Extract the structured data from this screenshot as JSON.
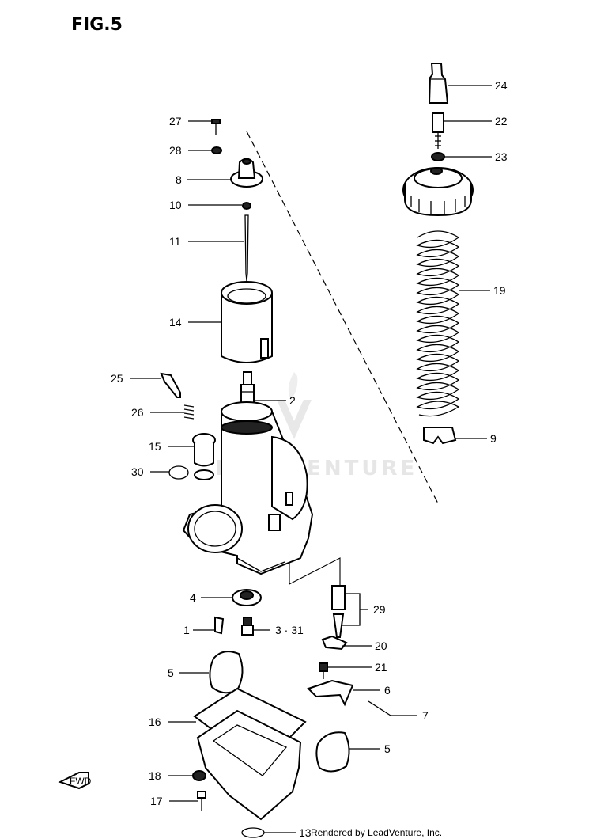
{
  "figure": {
    "title": "FIG.5"
  },
  "watermark": "LEADVENTURE",
  "credit": "Rendered by LeadVenture, Inc.",
  "direction_marker": "FWD",
  "parts": [
    {
      "id": "p24",
      "label": "24"
    },
    {
      "id": "p22",
      "label": "22"
    },
    {
      "id": "p23",
      "label": "23"
    },
    {
      "id": "p27",
      "label": "27"
    },
    {
      "id": "p28",
      "label": "28"
    },
    {
      "id": "p8",
      "label": "8"
    },
    {
      "id": "p10",
      "label": "10"
    },
    {
      "id": "p11",
      "label": "11"
    },
    {
      "id": "p19",
      "label": "19"
    },
    {
      "id": "p14",
      "label": "14"
    },
    {
      "id": "p25",
      "label": "25"
    },
    {
      "id": "p2",
      "label": "2"
    },
    {
      "id": "p26",
      "label": "26"
    },
    {
      "id": "p9",
      "label": "9"
    },
    {
      "id": "p15",
      "label": "15"
    },
    {
      "id": "p30",
      "label": "30"
    },
    {
      "id": "p4",
      "label": "4"
    },
    {
      "id": "p29",
      "label": "29"
    },
    {
      "id": "p1",
      "label": "1"
    },
    {
      "id": "p3",
      "label": "3 · 31"
    },
    {
      "id": "p20",
      "label": "20"
    },
    {
      "id": "p21",
      "label": "21"
    },
    {
      "id": "p5a",
      "label": "5"
    },
    {
      "id": "p6",
      "label": "6"
    },
    {
      "id": "p7",
      "label": "7"
    },
    {
      "id": "p16",
      "label": "16"
    },
    {
      "id": "p5b",
      "label": "5"
    },
    {
      "id": "p18",
      "label": "18"
    },
    {
      "id": "p17",
      "label": "17"
    },
    {
      "id": "p13",
      "label": "13"
    }
  ]
}
